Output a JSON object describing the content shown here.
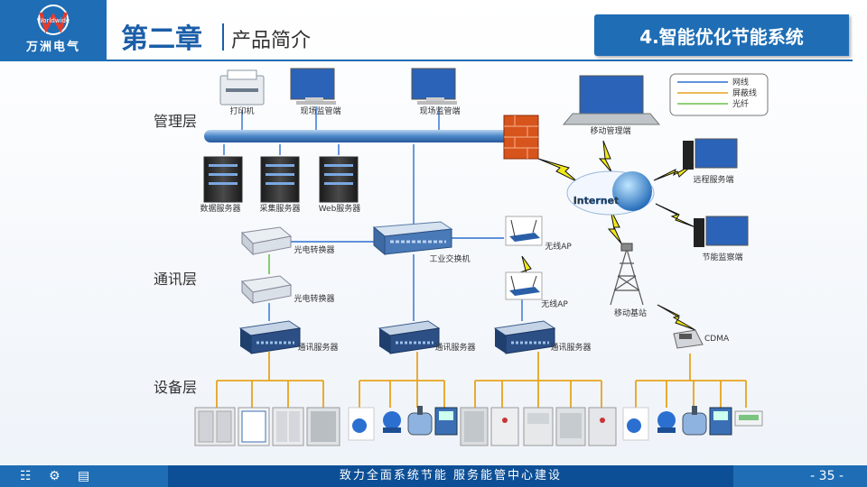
{
  "header": {
    "logo_text": "万洲电气",
    "logo_small": "Worldwide",
    "chapter": "第二章",
    "subtitle": "产品简介",
    "badge": "4.智能优化节能系统"
  },
  "layers": {
    "management": "管理层",
    "communication": "通讯层",
    "device": "设备层"
  },
  "legend": [
    {
      "label": "网线",
      "color": "#2d6fd0"
    },
    {
      "label": "屏蔽线",
      "color": "#e6a41e"
    },
    {
      "label": "光纤",
      "color": "#6cc04a"
    }
  ],
  "nodes": {
    "printer": "打印机",
    "site_monitor_1": "现场监管端",
    "site_monitor_2": "现场监管端",
    "mobile_terminal": "移动管理端",
    "internet": "Internet",
    "remote_server": "远程服务端",
    "energy_monitor": "节能监察端",
    "db_server": "数据服务器",
    "collect_server": "采集服务器",
    "web_server": "Web服务器",
    "fiber_conv_1": "光电转换器",
    "fiber_conv_2": "光电转换器",
    "switch": "工业交换机",
    "ap_1": "无线AP",
    "ap_2": "无线AP",
    "base_station": "移动基站",
    "cdma": "CDMA",
    "comm_server_1": "通讯服务器",
    "comm_server_2": "通讯服务器",
    "comm_server_3": "通讯服务器"
  },
  "footer": {
    "slogan": "致力全面系统节能   服务能管中心建设",
    "page": "- 35 -"
  },
  "icons": [
    "network-icon",
    "gear-icon",
    "book-icon",
    "printer-icon",
    "monitor-icon",
    "laptop-icon",
    "server-icon",
    "firewall-icon",
    "globe-icon",
    "switch-icon",
    "router-icon",
    "tower-icon",
    "phone-icon",
    "cabinet-icon",
    "meter-icon",
    "valve-icon"
  ]
}
